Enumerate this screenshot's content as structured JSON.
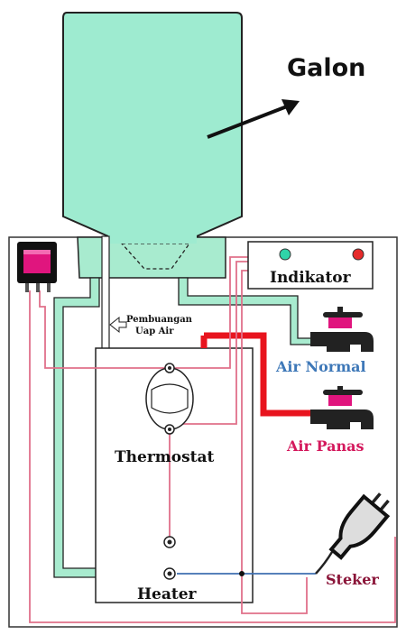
{
  "labels": {
    "galon": "Galon",
    "indikator": "Indikator",
    "pembuangan_line1": "Pembuangan",
    "pembuangan_line2": "Uap Air",
    "air_normal": "Air Normal",
    "air_panas": "Air Panas",
    "thermostat": "Thermostat",
    "heater": "Heater",
    "steker": "Steker"
  },
  "colors": {
    "galon_fill": "#9EEBD0",
    "pipe_fill": "#A8EBCF",
    "hot_pipe": "#E8141E",
    "wire_pink": "#E0708A",
    "wire_blue": "#3E6FB0",
    "outline": "#222222",
    "air_normal_text": "#3E78B8",
    "air_panas_text": "#D4185C",
    "steker_text": "#8A1438",
    "switch_color": "#E0157E",
    "indicator_green": "#2FD4A8",
    "indicator_red": "#E62A2A",
    "tap_body": "#222222",
    "tap_lever": "#E0157E"
  },
  "icons": [
    "rocker-switch-icon",
    "water-tap-icon",
    "power-plug-icon",
    "indicator-lamp-icon",
    "arrow-icon"
  ]
}
